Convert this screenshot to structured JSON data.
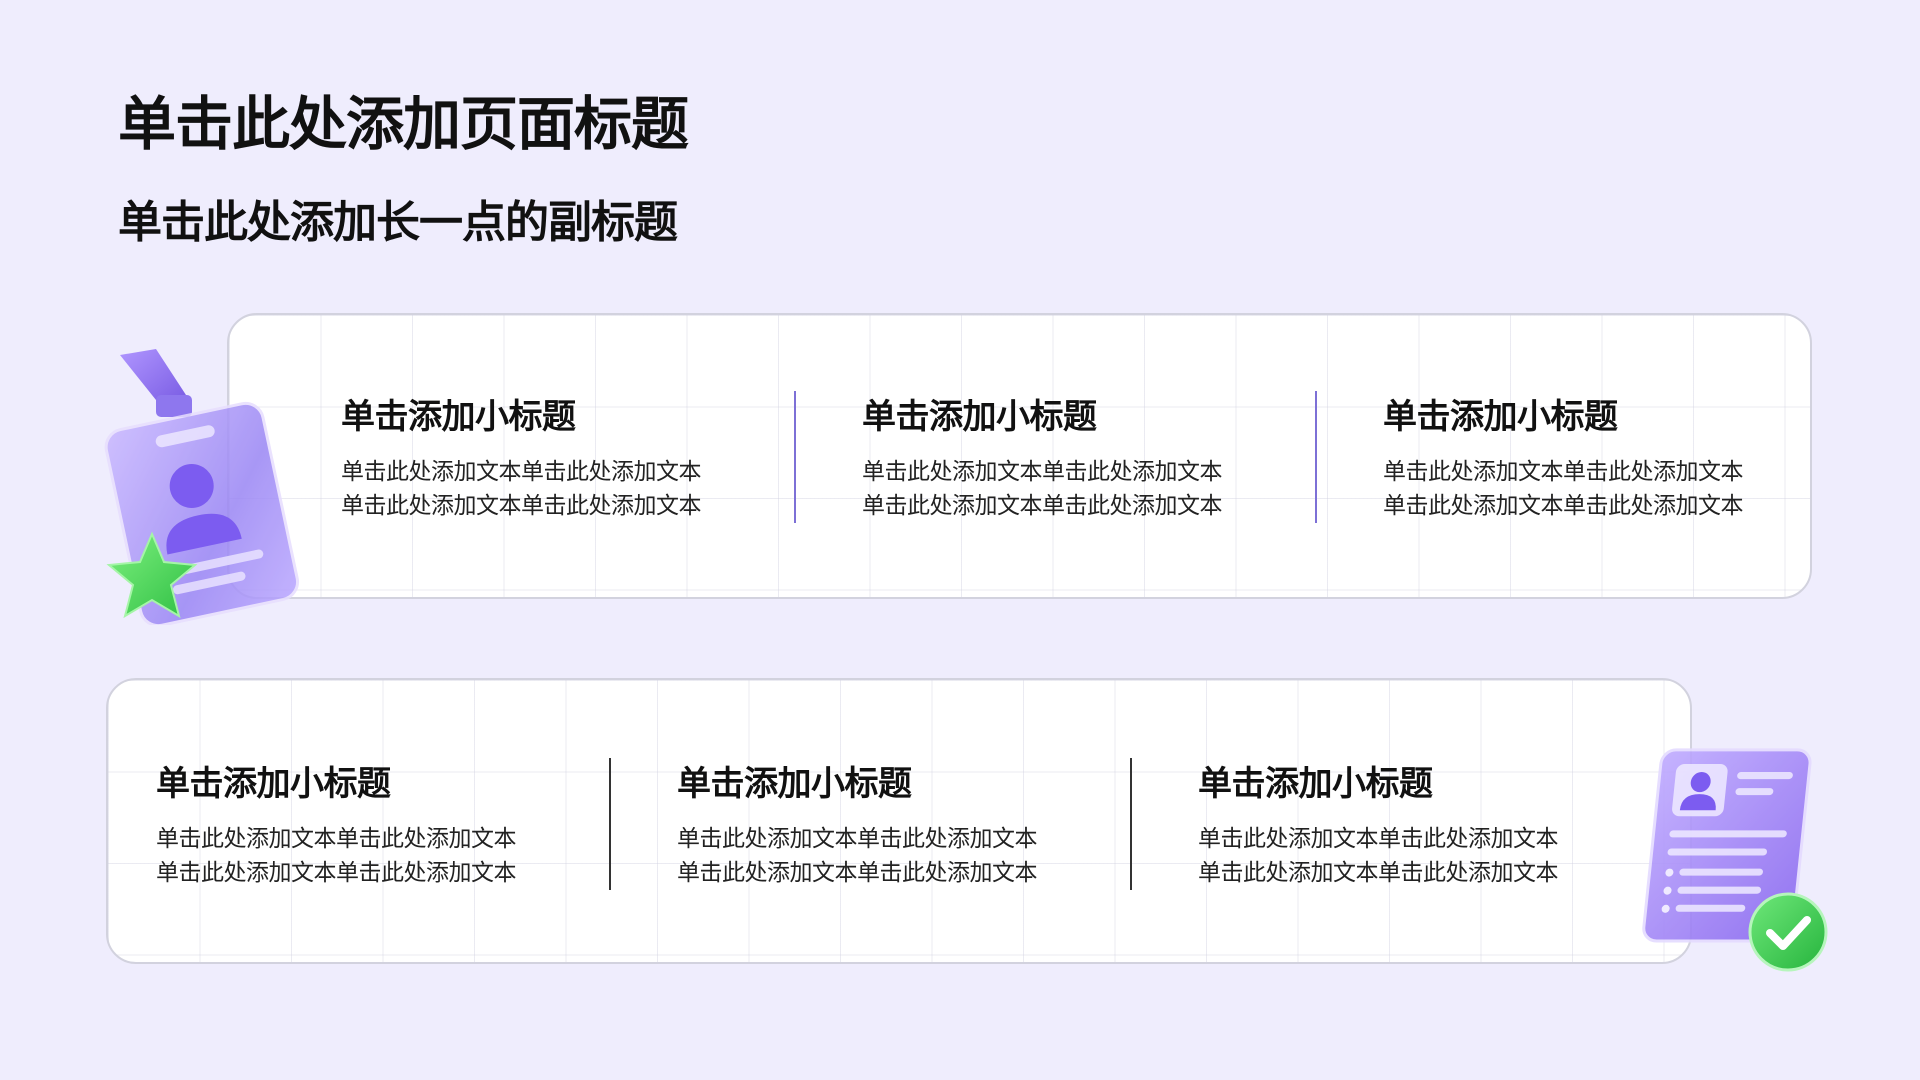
{
  "page": {
    "title": "单击此处添加页面标题",
    "subtitle": "单击此处添加长一点的副标题"
  },
  "top_row": {
    "items": [
      {
        "title": "单击添加小标题",
        "line1": "单击此处添加文本单击此处添加文本",
        "line2": "单击此处添加文本单击此处添加文本"
      },
      {
        "title": "单击添加小标题",
        "line1": "单击此处添加文本单击此处添加文本",
        "line2": "单击此处添加文本单击此处添加文本"
      },
      {
        "title": "单击添加小标题",
        "line1": "单击此处添加文本单击此处添加文本",
        "line2": "单击此处添加文本单击此处添加文本"
      }
    ]
  },
  "bottom_row": {
    "items": [
      {
        "title": "单击添加小标题",
        "line1": "单击此处添加文本单击此处添加文本",
        "line2": "单击此处添加文本单击此处添加文本"
      },
      {
        "title": "单击添加小标题",
        "line1": "单击此处添加文本单击此处添加文本",
        "line2": "单击此处添加文本单击此处添加文本"
      },
      {
        "title": "单击添加小标题",
        "line1": "单击此处添加文本单击此处添加文本",
        "line2": "单击此处添加文本单击此处添加文本"
      }
    ]
  },
  "icons": {
    "badge": "id-badge-icon",
    "star": "star-icon",
    "document": "profile-document-icon",
    "check": "checkmark-icon"
  },
  "colors": {
    "background": "#efedfd",
    "accent_purple": "#8b6cf0",
    "accent_green": "#3fd65a",
    "divider_purple": "#7d70d6"
  }
}
